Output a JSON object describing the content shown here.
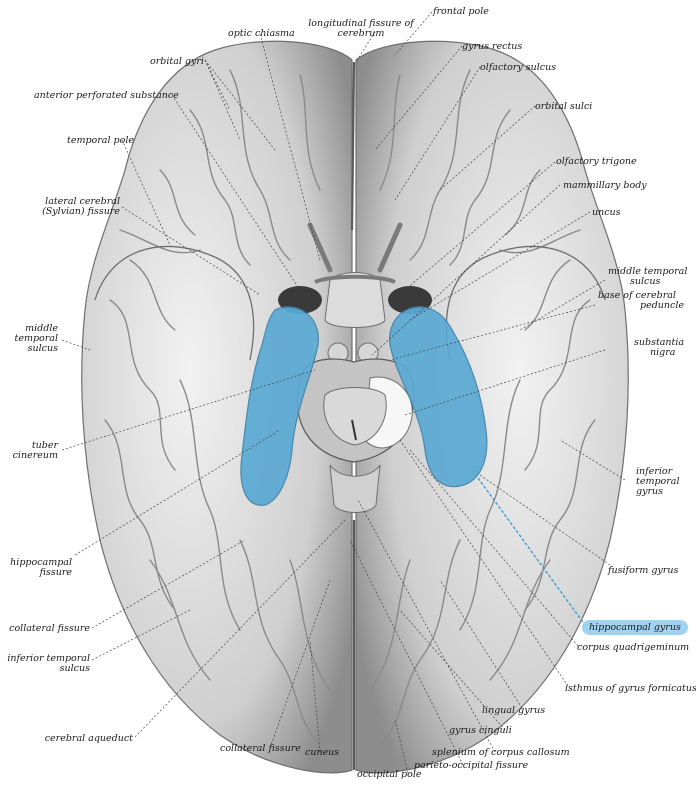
{
  "diagram": {
    "highlight_color": "#5aa9d4",
    "highlight_label_bg": "#9fd3f1",
    "labels": {
      "frontal_pole": "frontal pole",
      "longitudinal_fissure": "longitudinal fissure of",
      "longitudinal_fissure_2": "cerebrum",
      "optic_chiasma": "optic chiasma",
      "gyrus_rectus": "gyrus rectus",
      "orbital_gyri": "orbital gyri",
      "olfactory_sulcus": "olfactory sulcus",
      "anterior_perforated": "anterior perforated substance",
      "orbital_sulci": "orbital sulci",
      "temporal_pole": "temporal pole",
      "olfactory_trigone": "olfactory trigone",
      "mammillary_body": "mammillary body",
      "lateral_fissure": "lateral cerebral",
      "lateral_fissure_2": "(Sylvian) fissure",
      "uncus": "uncus",
      "middle_temporal_r": "middle temporal",
      "middle_temporal_r_2": "sulcus",
      "base_peduncle": "base of cerebral",
      "base_peduncle_2": "peduncle",
      "middle_temporal_l": "middle",
      "middle_temporal_l_2": "temporal",
      "middle_temporal_l_3": "sulcus",
      "substantia_nigra": "substantia",
      "substantia_nigra_2": "nigra",
      "tuber_cinereum": "tuber",
      "tuber_cinereum_2": "cinereum",
      "inferior_temporal_gyrus": "inferior",
      "inferior_temporal_gyrus_2": "temporal",
      "inferior_temporal_gyrus_3": "gyrus",
      "hippocampal_fissure": "hippocampal",
      "hippocampal_fissure_2": "fissure",
      "fusiform_gyrus": "fusiform gyrus",
      "hippocampal_gyrus": "hippocampal gyrus",
      "collateral_fissure_l": "collateral fissure",
      "corpus_quadrigeminum": "corpus quadrigeminum",
      "inferior_temporal_sulcus": "inferior temporal",
      "inferior_temporal_sulcus_2": "sulcus",
      "isthmus": "isthmus of gyrus fornicatus",
      "lingual_gyrus": "lingual gyrus",
      "cerebral_aqueduct": "cerebral aqueduct",
      "gyrus_cinguli": "gyrus cinguli",
      "collateral_fissure_b": "collateral fissure",
      "cuneus": "cuneus",
      "splenium": "splenium of corpus callosum",
      "parieto_occipital": "parieto-occipital fissure",
      "occipital_pole": "occipital pole"
    }
  }
}
